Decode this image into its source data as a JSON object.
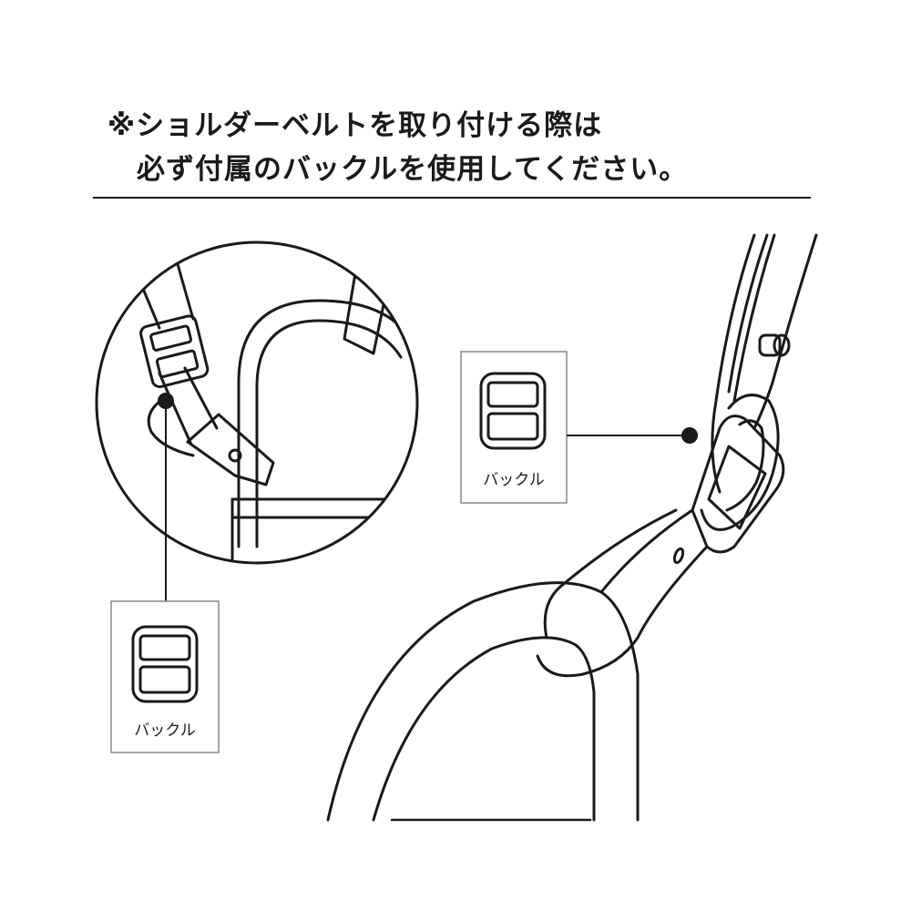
{
  "notice": {
    "line1": "※ショルダーベルトを取り付ける際は",
    "line2": "必ず付属のバックルを使用してください。"
  },
  "callouts": {
    "left_label": "バックル",
    "right_label": "バックル"
  }
}
